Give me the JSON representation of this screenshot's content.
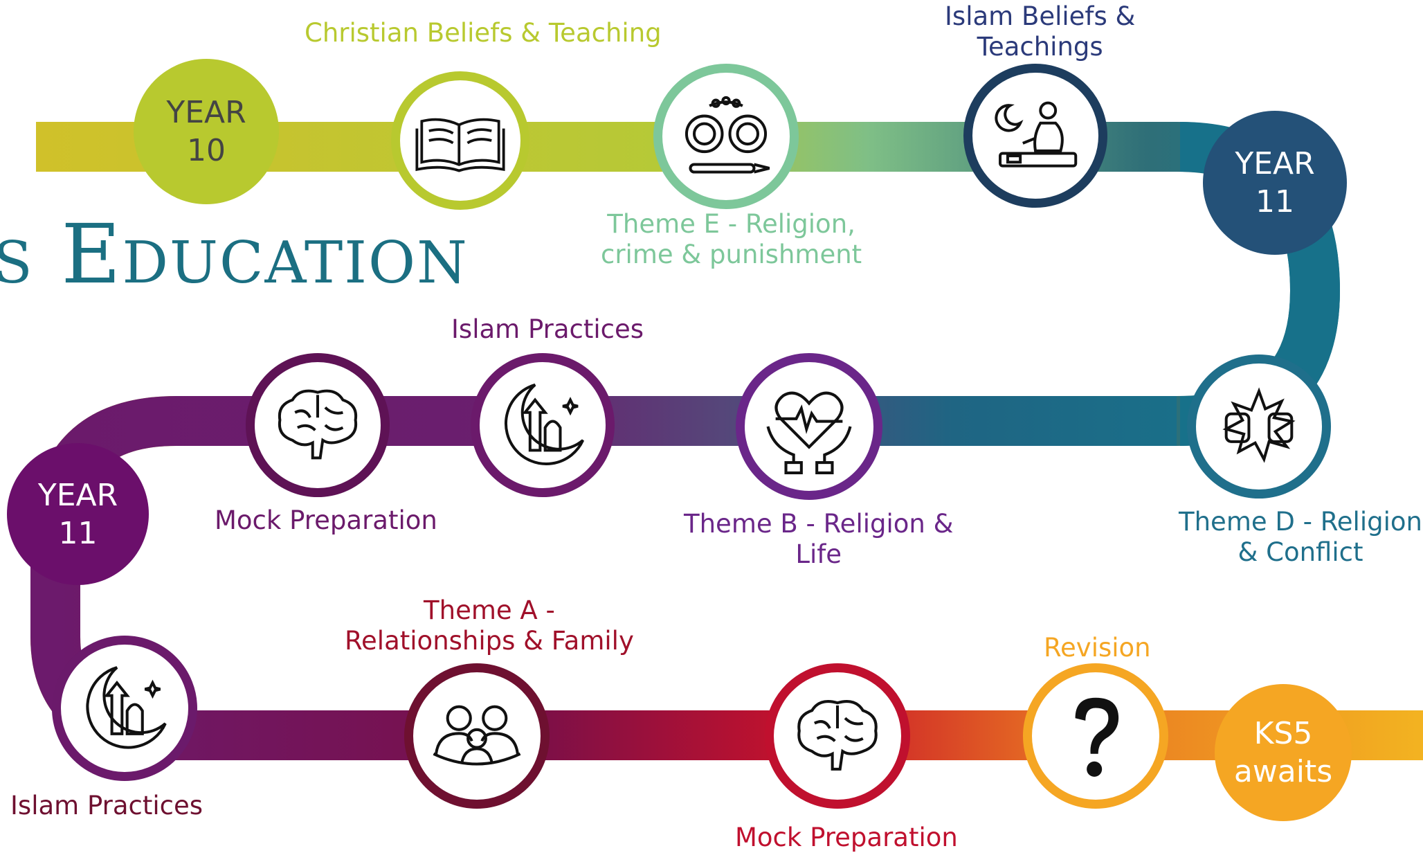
{
  "title": "s Education",
  "milestones": {
    "y10": [
      "YEAR",
      "10"
    ],
    "y11_top": [
      "YEAR",
      "11"
    ],
    "y11_left": [
      "YEAR",
      "11"
    ],
    "ks5": [
      "KS5",
      "awaits"
    ]
  },
  "labels": {
    "christian": "Christian Beliefs & Teaching",
    "theme_e": [
      "Theme E - Religion,",
      "crime & punishment"
    ],
    "islam_beliefs": [
      "Islam Beliefs &",
      "Teachings"
    ],
    "theme_d": [
      "Theme D - Religion",
      "& Conflict"
    ],
    "islam_practices_mid": "Islam Practices",
    "mock_mid": "Mock Preparation",
    "theme_b": [
      "Theme B - Religion &",
      "Life"
    ],
    "islam_practices_low": "Islam Practices",
    "theme_a": [
      "Theme A -",
      "Relationships & Family"
    ],
    "mock_low": "Mock Preparation",
    "revision": "Revision"
  },
  "icons": [
    "book-icon",
    "handcuffs-pen-icon",
    "praying-man-icon",
    "fist-clash-icon",
    "brain-icon",
    "mosque-crescent-icon",
    "heart-hands-icon",
    "family-icon",
    "question-mark-icon"
  ],
  "colors": {
    "lime": "#b8c92f",
    "mint": "#7dc79a",
    "navy": "#1d3d5e",
    "teal": "#1f6f8b",
    "purple": "#6b1b6b",
    "violet": "#6a2689",
    "plum": "#6b1a5c",
    "maroon": "#6e1030",
    "crimson": "#c0102e",
    "orange": "#f5a623",
    "blue": "#265478"
  }
}
